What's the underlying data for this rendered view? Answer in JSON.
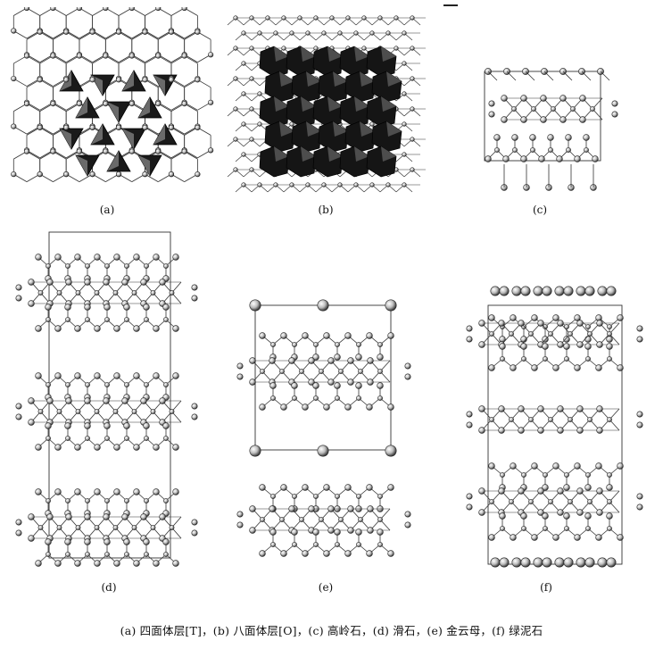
{
  "labels": {
    "a": "(a)",
    "b": "(b)",
    "c": "(c)",
    "d": "(d)",
    "e": "(e)",
    "f": "(f)"
  },
  "caption": "(a) 四面体层[T]，(b) 八面体层[O]，(c) 高岭石，(d) 滑石，(e) 金云母，(f) 绿泥石"
}
